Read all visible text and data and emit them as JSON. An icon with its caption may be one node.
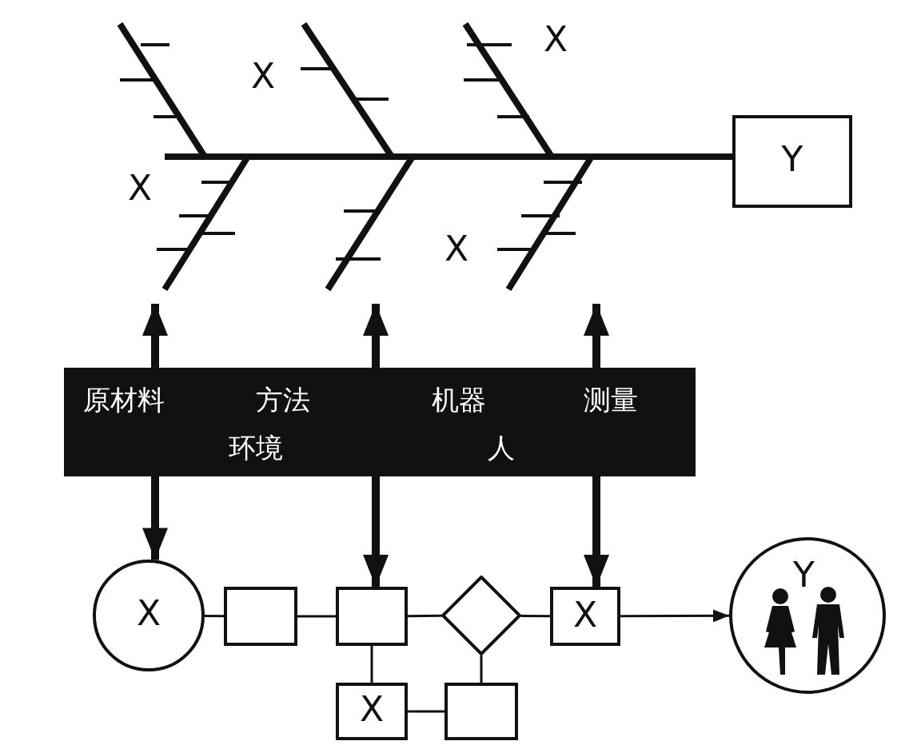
{
  "diagram": {
    "nodes": [
      {
        "text": [
          "Y"
        ]
      },
      {
        "text": [
          "原材料",
          "方法",
          "环境",
          "机器",
          "人",
          "测量"
        ]
      },
      {
        "text": [
          "X"
        ]
      },
      {
        "text": [],
        "shape": "box"
      },
      {
        "text": [],
        "shape": "box"
      },
      {
        "text": [],
        "shape": "diamond"
      },
      {
        "text": [
          "X"
        ]
      },
      {
        "text": [
          "Y"
        ]
      },
      {
        "text": [
          "X"
        ]
      },
      {
        "text": [],
        "shape": "box"
      }
    ],
    "edges": [
      {
        "from": 2,
        "to": 3,
        "arrow": "none"
      },
      {
        "from": 3,
        "to": 4,
        "arrow": "none"
      },
      {
        "from": 4,
        "to": 5,
        "arrow": "none"
      },
      {
        "from": 5,
        "to": 6,
        "arrow": "none"
      },
      {
        "from": 6,
        "to": 7,
        "arrow": "to"
      },
      {
        "from": 4,
        "to": 8,
        "arrow": "none"
      },
      {
        "from": 8,
        "to": 9,
        "arrow": "none"
      },
      {
        "from": 5,
        "to": 9,
        "arrow": "none"
      },
      {
        "from": 1,
        "to": null,
        "arrow": "to",
        "style": "thick"
      },
      {
        "from": 1,
        "to": null,
        "arrow": "to",
        "style": "thick"
      },
      {
        "from": 1,
        "to": null,
        "arrow": "to",
        "style": "thick"
      },
      {
        "from": 1,
        "to": 2,
        "arrow": "to",
        "style": "thick"
      },
      {
        "from": 1,
        "to": 4,
        "arrow": "to",
        "style": "thick"
      },
      {
        "from": 1,
        "to": 6,
        "arrow": "to",
        "style": "thick"
      }
    ],
    "labels": [
      "X",
      "X",
      "X",
      "X"
    ]
  }
}
